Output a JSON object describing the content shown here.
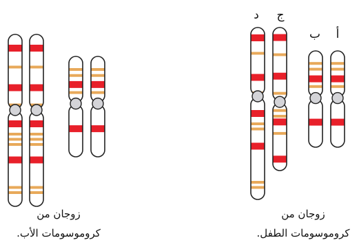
{
  "colors": {
    "red_band": "#e8202a",
    "orange_band": "#e8a95a",
    "centromere": "#d4d4d8",
    "outline": "#222222"
  },
  "father_pair": {
    "caption_line1": "زوجان من",
    "caption_line2": "كروموسومات الأب.",
    "chromosomes": [
      {
        "id": "father-long-1",
        "bands": [
          {
            "c": "red",
            "p": 0.08
          },
          {
            "c": "orange",
            "p": 0.19
          },
          {
            "c": "red",
            "p": 0.31
          },
          {
            "c": "orange",
            "p": 0.41
          },
          {
            "c": "red",
            "p": 0.52
          },
          {
            "c": "orange",
            "p": 0.58
          },
          {
            "c": "orange",
            "p": 0.61
          },
          {
            "c": "orange",
            "p": 0.64
          },
          {
            "c": "red",
            "p": 0.73
          },
          {
            "c": "orange",
            "p": 0.89
          },
          {
            "c": "orange",
            "p": 0.92
          }
        ],
        "centromere": 0.44
      },
      {
        "id": "father-long-2",
        "bands": [
          {
            "c": "red",
            "p": 0.08
          },
          {
            "c": "orange",
            "p": 0.19
          },
          {
            "c": "red",
            "p": 0.31
          },
          {
            "c": "orange",
            "p": 0.41
          },
          {
            "c": "red",
            "p": 0.52
          },
          {
            "c": "orange",
            "p": 0.58
          },
          {
            "c": "orange",
            "p": 0.61
          },
          {
            "c": "orange",
            "p": 0.64
          },
          {
            "c": "red",
            "p": 0.73
          },
          {
            "c": "orange",
            "p": 0.89
          },
          {
            "c": "orange",
            "p": 0.92
          }
        ],
        "centromere": 0.44
      },
      {
        "id": "father-short-1",
        "bands": [
          {
            "c": "orange",
            "p": 0.13
          },
          {
            "c": "orange",
            "p": 0.19
          },
          {
            "c": "red",
            "p": 0.28
          },
          {
            "c": "orange",
            "p": 0.36
          },
          {
            "c": "red",
            "p": 0.72
          }
        ],
        "centromere": 0.47
      },
      {
        "id": "father-short-2",
        "bands": [
          {
            "c": "orange",
            "p": 0.13
          },
          {
            "c": "orange",
            "p": 0.19
          },
          {
            "c": "red",
            "p": 0.28
          },
          {
            "c": "orange",
            "p": 0.36
          },
          {
            "c": "red",
            "p": 0.72
          }
        ],
        "centromere": 0.47
      }
    ]
  },
  "child_pair": {
    "caption_line1": "زوجان من",
    "caption_line2": "كروموسومات الطفل.",
    "labels": [
      "د",
      "ج",
      "ب",
      "أ"
    ],
    "chromosomes": [
      {
        "id": "child-d",
        "bands": [
          {
            "c": "red",
            "p": 0.06
          },
          {
            "c": "orange",
            "p": 0.15
          },
          {
            "c": "red",
            "p": 0.29
          },
          {
            "c": "orange",
            "p": 0.38
          },
          {
            "c": "red",
            "p": 0.5
          },
          {
            "c": "orange",
            "p": 0.56
          },
          {
            "c": "orange",
            "p": 0.59
          },
          {
            "c": "red",
            "p": 0.69
          },
          {
            "c": "orange",
            "p": 0.9
          },
          {
            "c": "orange",
            "p": 0.93
          }
        ],
        "centromere": 0.4
      },
      {
        "id": "child-j",
        "bands": [
          {
            "c": "red",
            "p": 0.07
          },
          {
            "c": "orange",
            "p": 0.19
          },
          {
            "c": "red",
            "p": 0.34
          },
          {
            "c": "orange",
            "p": 0.46
          },
          {
            "c": "orange",
            "p": 0.58
          },
          {
            "c": "orange",
            "p": 0.62
          },
          {
            "c": "red",
            "p": 0.66
          },
          {
            "c": "orange",
            "p": 0.74
          },
          {
            "c": "red",
            "p": 0.92
          }
        ],
        "centromere": 0.52
      },
      {
        "id": "child-b",
        "bands": [
          {
            "c": "orange",
            "p": 0.13
          },
          {
            "c": "orange",
            "p": 0.19
          },
          {
            "c": "red",
            "p": 0.29
          },
          {
            "c": "orange",
            "p": 0.37
          },
          {
            "c": "red",
            "p": 0.74
          }
        ],
        "centromere": 0.49
      },
      {
        "id": "child-a",
        "bands": [
          {
            "c": "orange",
            "p": 0.13
          },
          {
            "c": "orange",
            "p": 0.19
          },
          {
            "c": "red",
            "p": 0.29
          },
          {
            "c": "orange",
            "p": 0.37
          },
          {
            "c": "red",
            "p": 0.74
          }
        ],
        "centromere": 0.49
      }
    ]
  }
}
